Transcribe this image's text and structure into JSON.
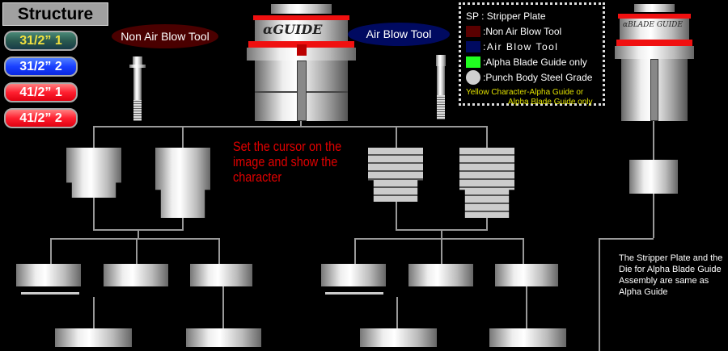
{
  "header": {
    "title": "Structure"
  },
  "buttons": [
    {
      "label": "31/2” 1"
    },
    {
      "label": "31/2” 2"
    },
    {
      "label": "41/2” 1"
    },
    {
      "label": "41/2” 2"
    }
  ],
  "labels": {
    "non_air": "Non Air Blow Tool",
    "air": "Air Blow Tool"
  },
  "tool_logos": {
    "center": "αGUIDE",
    "right": "αBLADE GUIDE"
  },
  "legend": {
    "sp": "SP  :  Stripper Plate",
    "items": [
      {
        "label": ":Non Air Blow Tool",
        "color": "#5a0000"
      },
      {
        "label": ":Air Blow Tool",
        "color": "#000a60"
      },
      {
        "label": ":Alpha Blade Guide only",
        "color": "#20ff20"
      },
      {
        "label": ":Punch Body Steel Grade",
        "color": "#d0d0d0"
      }
    ],
    "note1": "Yellow Character-Alpha Guide or",
    "note2": "Alpha Blade Guide only"
  },
  "instruction": "Set the cursor on the image and show the character",
  "note": "The Stripper Plate and the Die for Alpha Blade Guide Assembly are same as Alpha Guide"
}
